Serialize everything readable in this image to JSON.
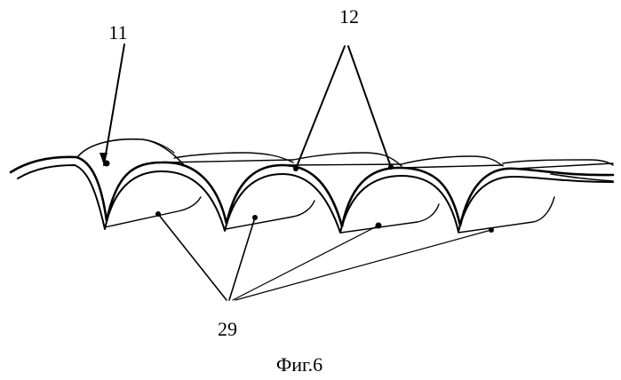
{
  "figure": {
    "caption": "Фиг.6",
    "callouts": {
      "a": "11",
      "b": "12",
      "c": "29"
    },
    "ink_color": "#000000",
    "paper_color": "#ffffff"
  }
}
